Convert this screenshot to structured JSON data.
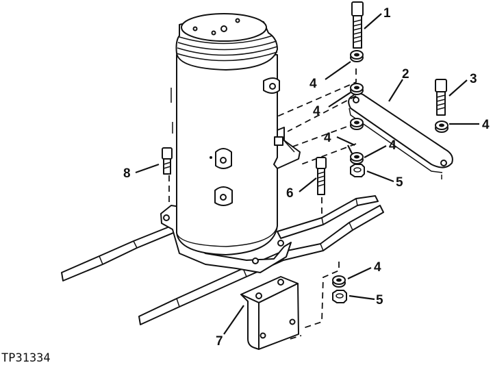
{
  "figure_id": "TP31334",
  "callouts": [
    {
      "id": "c1",
      "text": "1"
    },
    {
      "id": "c2",
      "text": "2"
    },
    {
      "id": "c3",
      "text": "3"
    },
    {
      "id": "c4a",
      "text": "4"
    },
    {
      "id": "c4b",
      "text": "4"
    },
    {
      "id": "c4c",
      "text": "4"
    },
    {
      "id": "c4d",
      "text": "4"
    },
    {
      "id": "c4e",
      "text": "4"
    },
    {
      "id": "c4f",
      "text": "4"
    },
    {
      "id": "c5a",
      "text": "5"
    },
    {
      "id": "c5b",
      "text": "5"
    },
    {
      "id": "c6",
      "text": "6"
    },
    {
      "id": "c7",
      "text": "7"
    },
    {
      "id": "c8",
      "text": "8"
    }
  ]
}
